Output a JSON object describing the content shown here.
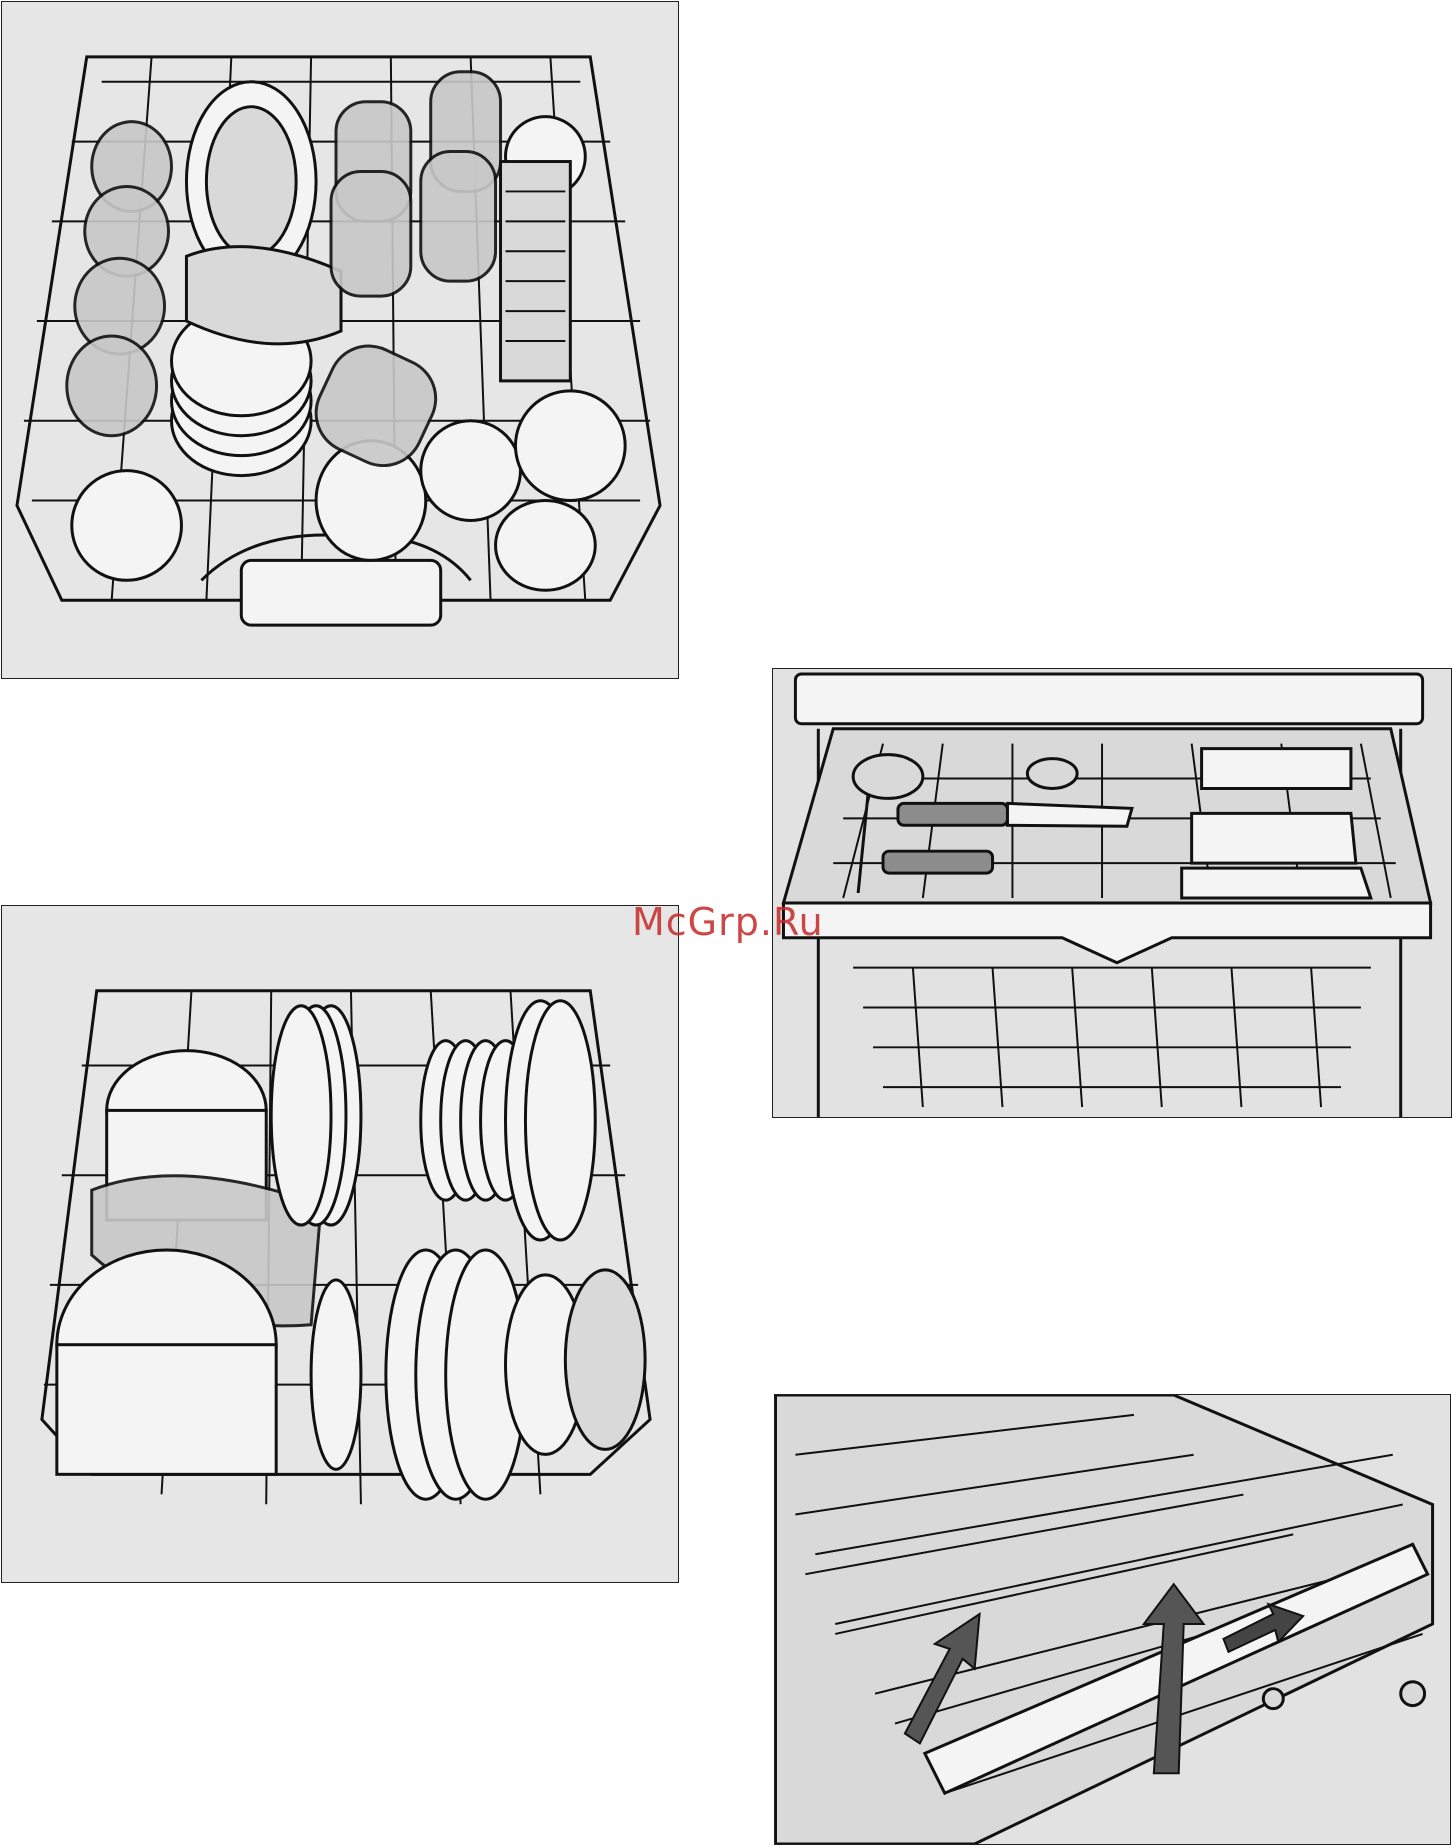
{
  "page": {
    "watermark": "McGrp.Ru"
  },
  "figures": [
    {
      "id": "upper-basket",
      "icon": "upper-basket-illustration"
    },
    {
      "id": "lower-basket",
      "icon": "lower-basket-illustration"
    },
    {
      "id": "cutlery-drawer",
      "icon": "cutlery-drawer-illustration"
    },
    {
      "id": "fold-down-tines",
      "icon": "folding-tines-illustration"
    }
  ]
}
